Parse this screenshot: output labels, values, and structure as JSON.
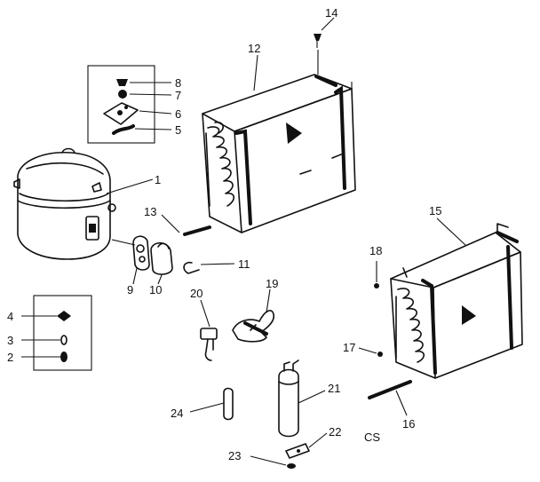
{
  "labels": {
    "p1": "1",
    "p2": "2",
    "p3": "3",
    "p4": "4",
    "p5": "5",
    "p6": "6",
    "p7": "7",
    "p8": "8",
    "p9": "9",
    "p10": "10",
    "p11": "11",
    "p12": "12",
    "p13": "13",
    "p14": "14",
    "p15": "15",
    "p16": "16",
    "p17": "17",
    "p18": "18",
    "p19": "19",
    "p20": "20",
    "p21": "21",
    "p22": "22",
    "p23": "23",
    "p24": "24"
  },
  "code": "CS"
}
